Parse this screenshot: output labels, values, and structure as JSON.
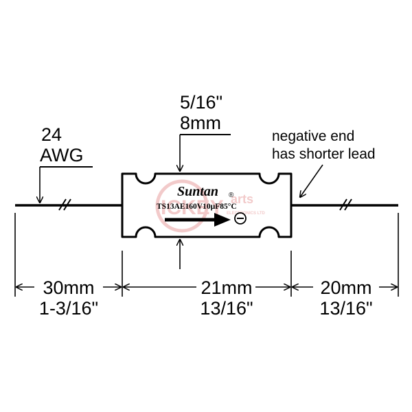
{
  "wire_gauge": {
    "line1": "24",
    "line2": "AWG"
  },
  "diameter": {
    "inch": "5/16\"",
    "mm": "8mm"
  },
  "polarity_note": {
    "line1": "negative end",
    "line2": "has shorter lead"
  },
  "capacitor": {
    "brand": "Suntan",
    "registered_mark": "®",
    "part_number": "TS13AE160V10µF85°C",
    "negative_symbol": "⊖"
  },
  "dimensions": {
    "left_lead": {
      "mm": "30mm",
      "inch": "1-3/16\""
    },
    "body": {
      "mm": "21mm",
      "inch": "13/16\""
    },
    "right_lead": {
      "mm": "20mm",
      "inch": "13/16\""
    }
  },
  "watermark": {
    "main": "ICKEY",
    "tail": "arts",
    "sub": "ELECTRONICS LTD",
    "color": "#e8a0a0"
  },
  "colors": {
    "ink": "#000000",
    "background": "#ffffff"
  }
}
